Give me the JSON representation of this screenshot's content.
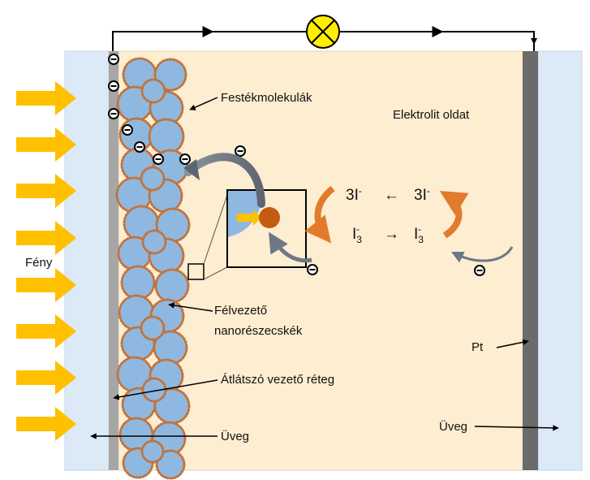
{
  "labels": {
    "dye": "Festékmolekulák",
    "electrolyte": "Elektrolit oldat",
    "light": "Fény",
    "semiconductor_line1": "Félvezető",
    "semiconductor_line2": "nanorészecskék",
    "conductive_layer": "Átlátszó vezető réteg",
    "glass_left": "Üveg",
    "glass_right": "Üveg",
    "platinum": "Pt"
  },
  "reaction": {
    "iodide_left": "3I",
    "iodide_right": "3I",
    "iodide_charge": "-",
    "triiodide_left": "I",
    "triiodide_right": "I",
    "triiodide_sub": "3",
    "triiodide_charge": "-",
    "arrow_back": "←",
    "arrow_forward": "→"
  },
  "electron_symbol": "−",
  "colors": {
    "glass": "#dce9f6",
    "electrolyte": "#fdedd1",
    "particle": "#8fb8e0",
    "dye_dots": "#c0743e",
    "light_arrow": "#ffc000",
    "lamp": "#ffee00",
    "redox_arrow": "#e27b2c",
    "conductor": "#a6a6a6",
    "pt_electrode": "#6b6b6b"
  }
}
